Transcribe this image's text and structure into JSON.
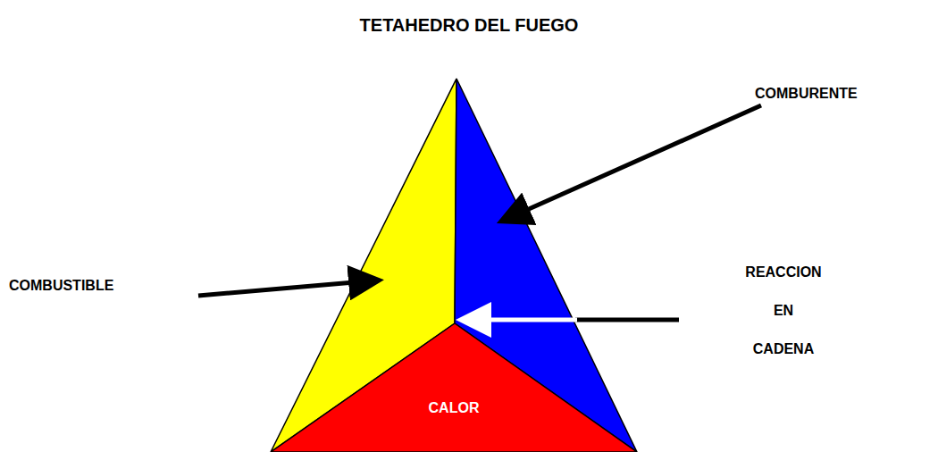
{
  "diagram": {
    "title": "TETAHEDRO DEL FUEGO",
    "nodes": [
      {
        "text": [
          "CALOR"
        ]
      }
    ],
    "labels": [
      "COMBUSTIBLE",
      "COMBURENTE",
      "REACCION EN CADENA"
    ]
  }
}
